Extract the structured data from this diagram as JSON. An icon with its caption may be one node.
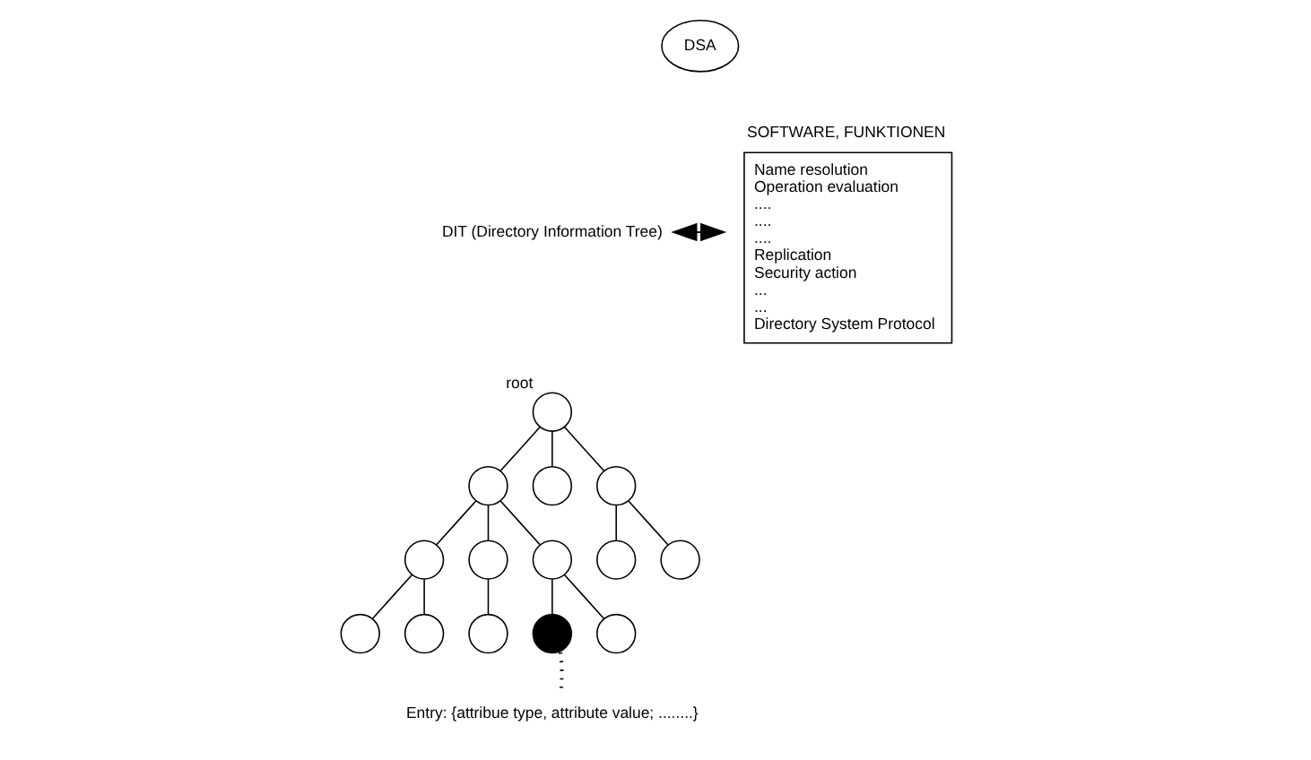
{
  "diagram": {
    "nodes": [
      {
        "text": [
          "DSA"
        ]
      },
      {
        "text": [
          "DIT (Directory Information Tree)"
        ]
      },
      {
        "text": [],
        "shape": "circle",
        "beside": [
          "root"
        ]
      },
      {
        "text": [],
        "shape": "circle"
      },
      {
        "text": [],
        "shape": "circle"
      },
      {
        "text": [],
        "shape": "circle"
      },
      {
        "text": [],
        "shape": "circle"
      },
      {
        "text": [],
        "shape": "circle"
      },
      {
        "text": [],
        "shape": "circle"
      },
      {
        "text": [],
        "shape": "circle"
      },
      {
        "text": [],
        "shape": "circle"
      },
      {
        "text": [],
        "shape": "circle"
      },
      {
        "text": [],
        "shape": "circle"
      },
      {
        "text": [],
        "shape": "circle"
      },
      {
        "text": [],
        "shape": "circle"
      },
      {
        "text": [],
        "shape": "circle"
      },
      {
        "text": [
          "SOFTWARE, FUNKTIONEN",
          "Name resolution",
          "Operation evaluation",
          "....",
          "....",
          "....",
          "Replication",
          "Security action",
          "...",
          "...",
          "Directory System Protocol"
        ]
      },
      {
        "text": [
          "Entry: {attribue type, attribute value; ........}"
        ]
      }
    ],
    "edges": [
      {
        "from": 2,
        "to": 3,
        "arrow": "none"
      },
      {
        "from": 2,
        "to": 4,
        "arrow": "none"
      },
      {
        "from": 2,
        "to": 5,
        "arrow": "none"
      },
      {
        "from": 3,
        "to": 6,
        "arrow": "none"
      },
      {
        "from": 3,
        "to": 7,
        "arrow": "none"
      },
      {
        "from": 3,
        "to": 8,
        "arrow": "none"
      },
      {
        "from": 5,
        "to": 9,
        "arrow": "none"
      },
      {
        "from": 5,
        "to": 10,
        "arrow": "none"
      },
      {
        "from": 6,
        "to": 11,
        "arrow": "none"
      },
      {
        "from": 6,
        "to": 12,
        "arrow": "none"
      },
      {
        "from": 7,
        "to": 13,
        "arrow": "none"
      },
      {
        "from": 8,
        "to": 14,
        "arrow": "none"
      },
      {
        "from": 8,
        "to": 15,
        "arrow": "none"
      },
      {
        "from": 1,
        "to": 16,
        "arrow": "both"
      },
      {
        "from": 17,
        "to": 14,
        "arrow": "none",
        "style": "dashed"
      }
    ]
  }
}
